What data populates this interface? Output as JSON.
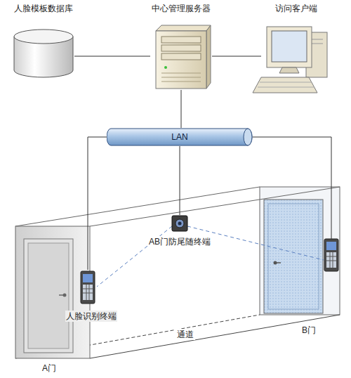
{
  "diagram": {
    "nodes": [
      {
        "text": [
          "人脸模板数据库"
        ]
      },
      {
        "text": [
          "中心管理服务器"
        ]
      },
      {
        "text": [
          "访问客户端"
        ]
      },
      {
        "text": [
          "LAN"
        ]
      },
      {
        "text": [
          "AB门防尾随终端"
        ]
      },
      {
        "text": [
          "人脸识别终端"
        ]
      },
      {
        "text": [
          "A门"
        ]
      },
      {
        "text": [
          "B门"
        ]
      }
    ],
    "edges": [
      {
        "from": 0,
        "to": 1,
        "arrow": "none"
      },
      {
        "from": 1,
        "to": 2,
        "arrow": "none"
      },
      {
        "from": 1,
        "to": 3,
        "arrow": "none"
      },
      {
        "from": 3,
        "to": 4,
        "arrow": "none"
      },
      {
        "from": 3,
        "to": 5,
        "arrow": "none"
      }
    ],
    "labels": [
      "通道"
    ]
  }
}
